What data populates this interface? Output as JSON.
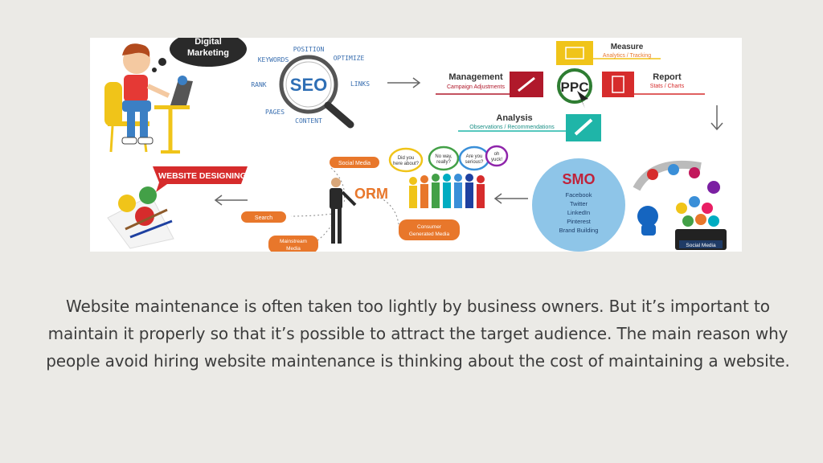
{
  "infographic": {
    "bubble_dm_line1": "Digital",
    "bubble_dm_line2": "Marketing",
    "seo": {
      "center": "SEO",
      "position": "POSITION",
      "keywords": "KEYWORDS",
      "optimize": "OPTIMIZE",
      "rank": "RANK",
      "links": "LINKS",
      "pages": "PAGES",
      "content": "CONTENT"
    },
    "ppc": {
      "center": "PPC",
      "measure_title": "Measure",
      "measure_sub": "Analytics / Tracking",
      "management_title": "Management",
      "management_sub": "Campaign Adjustments",
      "report_title": "Report",
      "report_sub": "Stats / Charts",
      "analysis_title": "Analysis",
      "analysis_sub": "Observations / Recommendations"
    },
    "smo": {
      "title": "SMO",
      "items": [
        "Facebook",
        "Twitter",
        "LinkedIn",
        "Pinterest",
        "Brand Building"
      ],
      "badge": "Social Media"
    },
    "orm": {
      "title": "ORM",
      "social_media": "Social Media",
      "search": "Search",
      "mainstream_line1": "Mainstream",
      "mainstream_line2": "Media",
      "consumer_line1": "Consumer",
      "consumer_line2": "Generated Media",
      "speech": [
        {
          "l1": "Did you",
          "l2": "here about?"
        },
        {
          "l1": "No way,",
          "l2": "really?"
        },
        {
          "l1": "Are you",
          "l2": "serious?"
        },
        {
          "l1": "oh",
          "l2": "yuck!"
        }
      ]
    },
    "website_designing": "WEBSITE DESIGNING",
    "colors": {
      "orange": "#e8772b",
      "teal": "#1fb5a8",
      "red": "#d62c2c",
      "yellow": "#f0c419",
      "smo_blue": "#3a8fd8",
      "dark_red": "#b0192b"
    }
  },
  "body": {
    "lines": [
      "Website maintenance is often taken too lightly by business owners. But it’s important to",
      "maintain it properly so that it’s possible to attract the target audience. The main reason why",
      "people avoid hiring website maintenance is thinking about the cost of maintaining a website."
    ]
  }
}
